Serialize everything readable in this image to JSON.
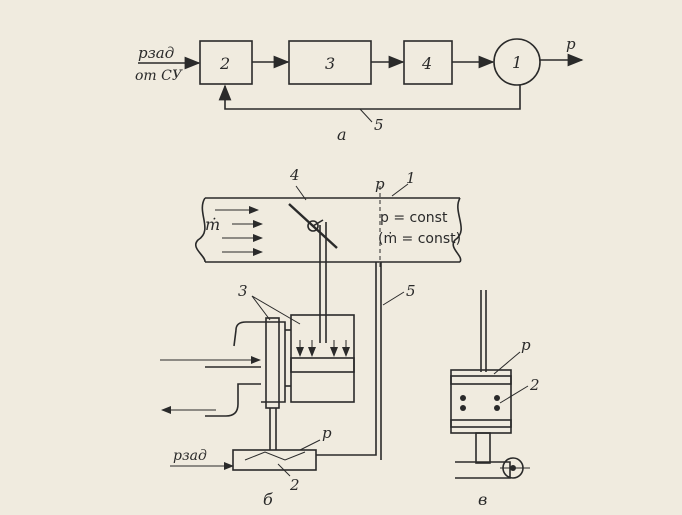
{
  "block_diagram": {
    "input_label": "pзад",
    "input_source": "от СУ",
    "blocks": [
      "2",
      "3",
      "4",
      "1"
    ],
    "output_label": "p",
    "feedback_label": "5",
    "caption": "а"
  },
  "pipe_diagram": {
    "label_valve": "4",
    "label_pipe": "1",
    "label_p": "p",
    "flow_label": "ṁ",
    "condition_1": "p = const",
    "condition_2": "(ṁ = const)",
    "label_actuator": "3",
    "label_line": "5",
    "label_sensor_p": "p",
    "label_sensor": "2",
    "input_label": "pзад",
    "caption": "б"
  },
  "sensor_diagram": {
    "label_p": "p",
    "label_spring": "2",
    "caption": "в"
  }
}
